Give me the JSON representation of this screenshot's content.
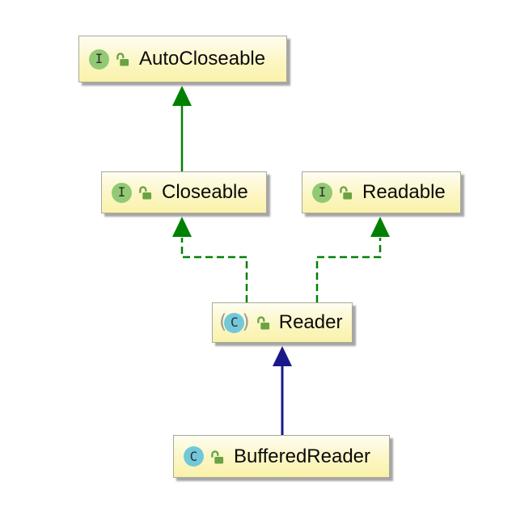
{
  "diagram": {
    "kind": "uml-class-hierarchy",
    "nodes": [
      {
        "label": "AutoCloseable",
        "type": "interface",
        "type_letter": "I",
        "abstract": false,
        "visibility_icon": "open-padlock-public"
      },
      {
        "label": "Closeable",
        "type": "interface",
        "type_letter": "I",
        "abstract": false,
        "visibility_icon": "open-padlock-public"
      },
      {
        "label": "Readable",
        "type": "interface",
        "type_letter": "I",
        "abstract": false,
        "visibility_icon": "open-padlock-public"
      },
      {
        "label": "Reader",
        "type": "class",
        "type_letter": "C",
        "abstract": true,
        "visibility_icon": "open-padlock-public"
      },
      {
        "label": "BufferedReader",
        "type": "class",
        "type_letter": "C",
        "abstract": false,
        "visibility_icon": "open-padlock-public"
      }
    ],
    "edges": [
      {
        "from": "Closeable",
        "to": "AutoCloseable",
        "line": "solid",
        "relation": "extends",
        "color": "#008000"
      },
      {
        "from": "Reader",
        "to": "Closeable",
        "line": "dashed",
        "relation": "implements",
        "color": "#008000"
      },
      {
        "from": "Reader",
        "to": "Readable",
        "line": "dashed",
        "relation": "implements",
        "color": "#008000"
      },
      {
        "from": "BufferedReader",
        "to": "Reader",
        "line": "solid",
        "relation": "extends",
        "color": "#19198c"
      }
    ]
  },
  "icons": {
    "abstract_paren_open": "(",
    "abstract_paren_close": ")"
  },
  "colors": {
    "interface_badge": "#92ca74",
    "class_badge": "#72c8d9",
    "lock": "#6aa344",
    "node_fill_top": "#fefdf1",
    "node_fill_bottom": "#faf2aa",
    "node_border": "#a9a99b",
    "node_shadow": "#a6a6a6",
    "extends_interface_edge": "#008000",
    "extends_class_edge": "#19198c"
  }
}
